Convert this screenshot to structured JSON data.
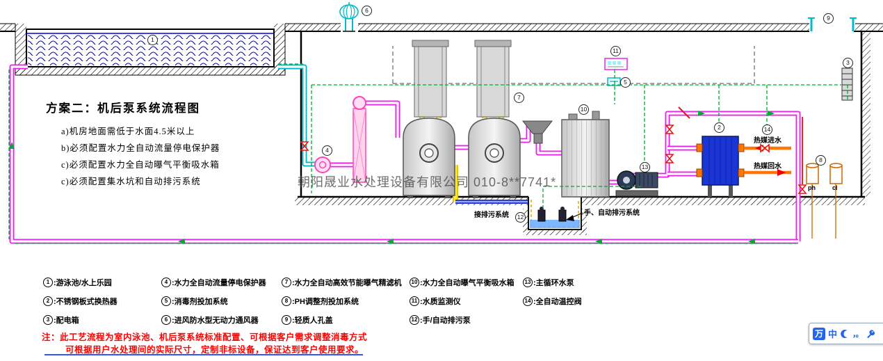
{
  "title": "方案二：机后泵系统流程图",
  "notes": [
    "a)机房地面需低于水面4.5米以上",
    "b)必须配置水力全自动流量停电保护器",
    "c)必须配置水力全自动曝气平衡吸水箱",
    "c)必须配置集水坑和自动排污系统"
  ],
  "watermark": "朝阳晟业水处理设备有限公司 010-8**7741*",
  "labels": {
    "drain_connect": "接排污系统",
    "pit_system": "手、自动排污系统",
    "hot_in": "热媒进水",
    "hot_out": "热媒回水",
    "ph": "ph",
    "cl": "cl"
  },
  "markers": [
    {
      "label": "1"
    },
    {
      "label": "2"
    },
    {
      "label": "3"
    },
    {
      "label": "4"
    },
    {
      "label": "5"
    },
    {
      "label": "6"
    },
    {
      "label": "7"
    },
    {
      "label": "8"
    },
    {
      "label": "9"
    },
    {
      "label": "10"
    },
    {
      "label": "11"
    },
    {
      "label": "12"
    },
    {
      "label": "13"
    },
    {
      "label": "14"
    }
  ],
  "legend": {
    "columns": [
      {
        "items": [
          {
            "n": "1",
            "t": ":游泳池/水上乐园"
          },
          {
            "n": "2",
            "t": ":不锈钢板式换热器"
          },
          {
            "n": "3",
            "t": ":配电箱"
          }
        ]
      },
      {
        "items": [
          {
            "n": "4",
            "t": ":水力全自动流量停电保护器"
          },
          {
            "n": "5",
            "t": ":消毒剂投加系统"
          },
          {
            "n": "6",
            "t": ":进风防水型无动力通风器"
          }
        ]
      },
      {
        "items": [
          {
            "n": "7",
            "t": ":水力全自动高效节能曝气精滤机"
          },
          {
            "n": "8",
            "t": ":PH调整剂投加系统"
          },
          {
            "n": "9",
            "t": ":轻质人孔盖"
          }
        ]
      },
      {
        "items": [
          {
            "n": "10",
            "t": ":水力全自动曝气平衡吸水箱"
          },
          {
            "n": "11",
            "t": ":水质监测仪"
          },
          {
            "n": "12",
            "t": ":手/自动排污泵"
          }
        ]
      },
      {
        "items": [
          {
            "n": "13",
            "t": ":主循环水泵"
          },
          {
            "n": "14",
            "t": ":全自动温控阀"
          }
        ]
      }
    ]
  },
  "footnote": {
    "line1": "注：此工艺流程为室内泳池、机后泵系统标准配置、可根据客户需求调整消毒方式",
    "line2": "可根据用户水处理间的实际尺寸，定制非标设备，保证达到客户使用要求。"
  },
  "ime": {
    "logo": "万",
    "mode": "中",
    "punct": "，。"
  },
  "colors": {
    "pipe_magenta": "#ee22ee",
    "pipe_cyan": "#00b7c8",
    "pipe_yellow": "#e6c700",
    "hot_media_orange": "#ff7700",
    "wire_green": "#00aa33",
    "valve_red": "#ee1111",
    "heat_exchanger_blue": "#1a35d6",
    "note_red": "#ff0000",
    "ime_blue": "#2266ee",
    "water_blue": "#0000ee"
  }
}
